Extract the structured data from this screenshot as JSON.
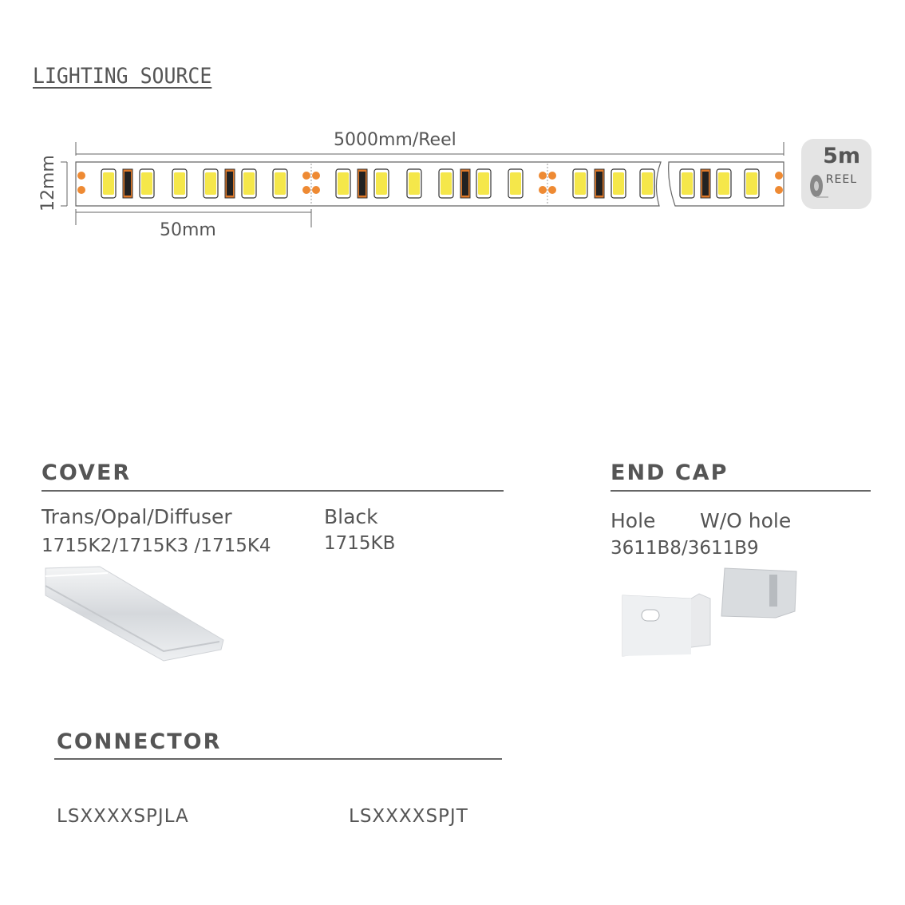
{
  "lighting_source": {
    "title": "LIGHTING SOURCE",
    "length_label": "5000mm/Reel",
    "width_label": "12mm",
    "segment_label": "50mm",
    "reel": {
      "length": "5m",
      "word": "REEL"
    }
  },
  "cover": {
    "title": "COVER",
    "variants": [
      {
        "name": "Trans/Opal/Diffuser",
        "code": "1715K2/1715K3 /1715K4"
      },
      {
        "name": "Black",
        "code": "1715KB"
      }
    ]
  },
  "end_cap": {
    "title": "END CAP",
    "labels": [
      "Hole",
      "W/O hole"
    ],
    "code": "3611B8/3611B9"
  },
  "connector": {
    "title": "CONNECTOR",
    "codes": [
      "LSXXXXSPJLA",
      "LSXXXXSPJT"
    ]
  },
  "colors": {
    "led": "#f5e74a",
    "pad": "#ee8a33",
    "text": "#555555"
  }
}
